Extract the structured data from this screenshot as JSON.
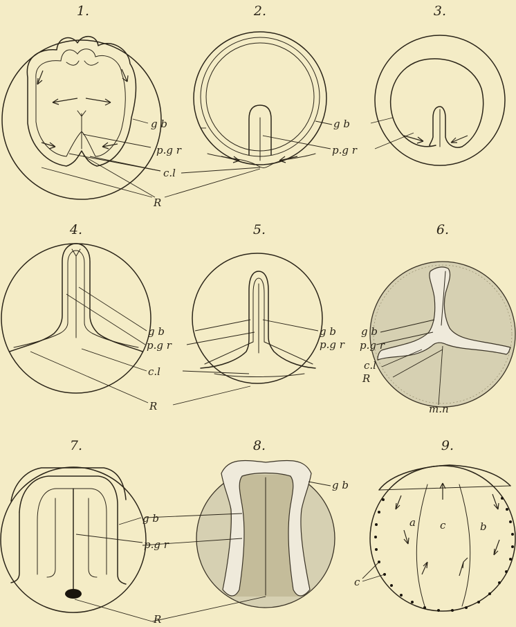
{
  "figures": [
    {
      "id": "1",
      "number": "1."
    },
    {
      "id": "2",
      "number": "2."
    },
    {
      "id": "3",
      "number": "3."
    },
    {
      "id": "4",
      "number": "4."
    },
    {
      "id": "5",
      "number": "5."
    },
    {
      "id": "6",
      "number": "6."
    },
    {
      "id": "7",
      "number": "7."
    },
    {
      "id": "8",
      "number": "8."
    },
    {
      "id": "9",
      "number": "9."
    }
  ],
  "labels": {
    "gb": "g b",
    "pgr": "p.g r",
    "cl": "c.l",
    "R": "R",
    "mn": "m.n",
    "a": "a",
    "b": "b",
    "c": "c"
  }
}
